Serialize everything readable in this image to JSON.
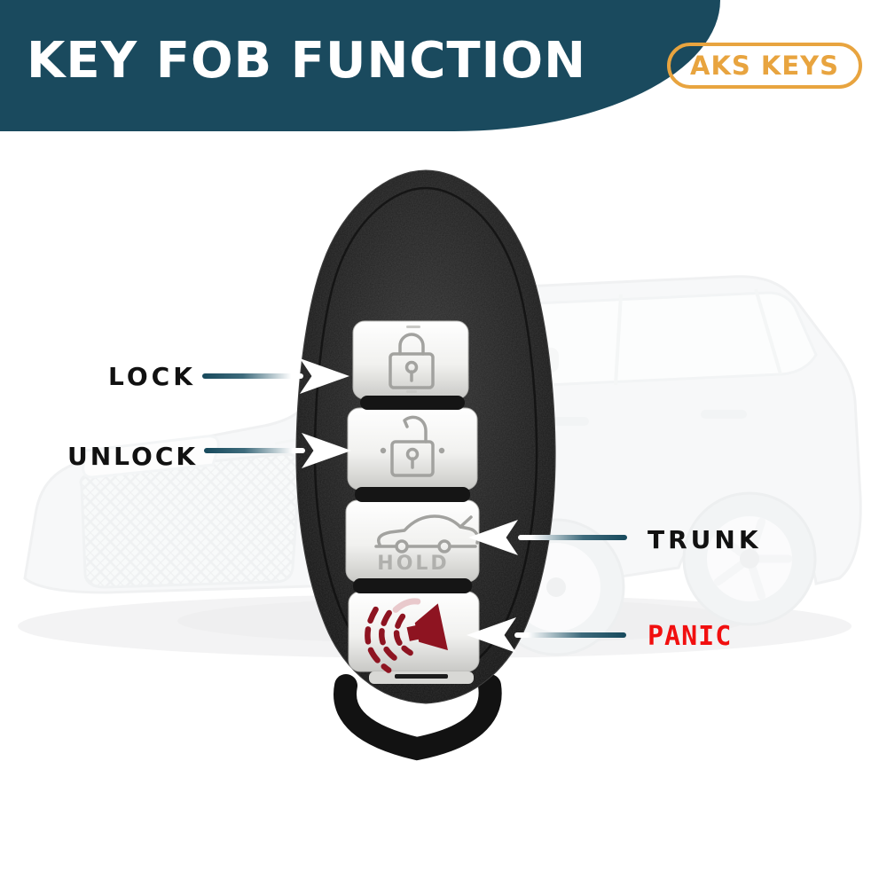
{
  "header": {
    "title": "KEY FOB FUNCTION",
    "banner_color": "#1a4a5e",
    "brand_badge": {
      "text": "AKS KEYS",
      "color": "#e8a43f"
    }
  },
  "background": {
    "image": "faded-white-suv-photo"
  },
  "annotations": {
    "lock": {
      "label": "LOCK",
      "side": "left",
      "color": "#111111"
    },
    "unlock": {
      "label": "UNLOCK",
      "side": "left",
      "color": "#111111"
    },
    "trunk": {
      "label": "TRUNK",
      "side": "right",
      "color": "#111111"
    },
    "panic": {
      "label": "PANIC",
      "side": "right",
      "color": "#f10f0f"
    }
  },
  "fob": {
    "description": "black 4-button smart key fob with keyring loop",
    "buttons": {
      "lock": {
        "icon": "closed-padlock-icon"
      },
      "unlock": {
        "icon": "open-padlock-icon"
      },
      "trunk": {
        "icon": "car-trunk-icon",
        "engraving": "HOLD"
      },
      "panic": {
        "icon": "alarm-horn-icon",
        "icon_color": "#8e1421",
        "icon_highlight": "#e9c9cc"
      }
    }
  },
  "colors": {
    "arrow_teal": "#17495c",
    "fob_black": "#1c1c1c",
    "button_silver": "#e8e8e6",
    "icon_stroke": "#a2a29f"
  }
}
